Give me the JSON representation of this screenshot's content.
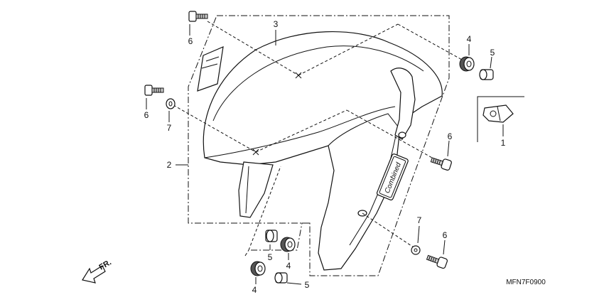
{
  "diagram": {
    "callouts": [
      "1",
      "2",
      "3",
      "4",
      "4",
      "4",
      "5",
      "5",
      "5",
      "6",
      "6",
      "6",
      "6",
      "7",
      "7"
    ],
    "diagram_code": "MFN7F0900",
    "direction_label": "FR.",
    "emblem_text": "Combined"
  }
}
